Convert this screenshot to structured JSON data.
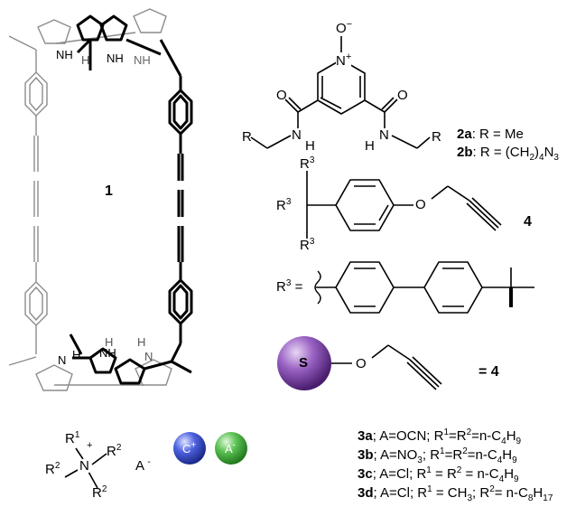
{
  "macrocycle": {
    "label": "1",
    "nh_labels": [
      "NH",
      "H",
      "NH",
      "NH",
      "N",
      "H",
      "H",
      "NH",
      "H",
      "N"
    ]
  },
  "pyridine_oxide": {
    "o_minus": "O",
    "minus": "−",
    "n_plus": "N",
    "plus": "+",
    "o_left": "O",
    "o_right": "O",
    "n_left": "N",
    "h_left": "H",
    "n_right": "N",
    "h_right": "H",
    "r_left": "R",
    "r_right": "R"
  },
  "compounds_2": [
    {
      "id": "2a",
      "text": ": R = Me"
    },
    {
      "id": "2b",
      "text": ": R = (CH",
      "sub1": "2",
      "text2": ")",
      "sub2": "4",
      "text3": "N",
      "sub3": "3"
    }
  ],
  "alkyne_4": {
    "label": "4",
    "r3_top": "R",
    "r3_left": "R",
    "r3_bottom": "R",
    "sup": "3",
    "o": "O",
    "r3_def": "R",
    "r3_def_sup": "3",
    "equals": "="
  },
  "sphere": {
    "letter": "S",
    "o": "O",
    "equals": "= 4"
  },
  "ammonium": {
    "r1": "R",
    "r1_sup": "1",
    "plus": "+",
    "r2_left": "R",
    "r2_right": "R",
    "r2_bottom": "R",
    "r2_sup": "2",
    "n": "N",
    "anion": "A",
    "anion_sup": "-",
    "cation_ball": "C",
    "cation_sup": "+",
    "anion_ball": "A",
    "anion_ball_sup": "-"
  },
  "compounds_3": [
    {
      "id": "3a",
      "line": [
        [
          "t",
          "; A=OCN; R"
        ],
        [
          "p",
          "1"
        ],
        [
          "t",
          "=R"
        ],
        [
          "p",
          "2"
        ],
        [
          "t",
          "=n-C"
        ],
        [
          "b",
          "4"
        ],
        [
          "t",
          "H"
        ],
        [
          "b",
          "9"
        ]
      ]
    },
    {
      "id": "3b",
      "line": [
        [
          "t",
          "; A=NO"
        ],
        [
          "b",
          "3"
        ],
        [
          "t",
          "; R"
        ],
        [
          "p",
          "1"
        ],
        [
          "t",
          "=R"
        ],
        [
          "p",
          "2"
        ],
        [
          "t",
          "=n-C"
        ],
        [
          "b",
          "4"
        ],
        [
          "t",
          "H"
        ],
        [
          "b",
          "9"
        ]
      ]
    },
    {
      "id": "3c",
      "line": [
        [
          "t",
          "; A=Cl; R"
        ],
        [
          "p",
          "1"
        ],
        [
          "t",
          " = R"
        ],
        [
          "p",
          "2"
        ],
        [
          "t",
          " = n-C"
        ],
        [
          "b",
          "4"
        ],
        [
          "t",
          "H"
        ],
        [
          "b",
          "9"
        ]
      ]
    },
    {
      "id": "3d",
      "line": [
        [
          "t",
          "; A=Cl; R"
        ],
        [
          "p",
          "1"
        ],
        [
          "t",
          " = CH"
        ],
        [
          "b",
          "3"
        ],
        [
          "t",
          "; R"
        ],
        [
          "p",
          "2"
        ],
        [
          "t",
          "= n-C"
        ],
        [
          "b",
          "8"
        ],
        [
          "t",
          "H"
        ],
        [
          "b",
          "17"
        ]
      ]
    }
  ],
  "colors": {
    "ink": "#000000",
    "back_ink": "#8c8c8c",
    "sphere_purple": "#7a3fa6",
    "cation_blue": "#2f3fbf",
    "anion_green": "#3fa63a"
  }
}
